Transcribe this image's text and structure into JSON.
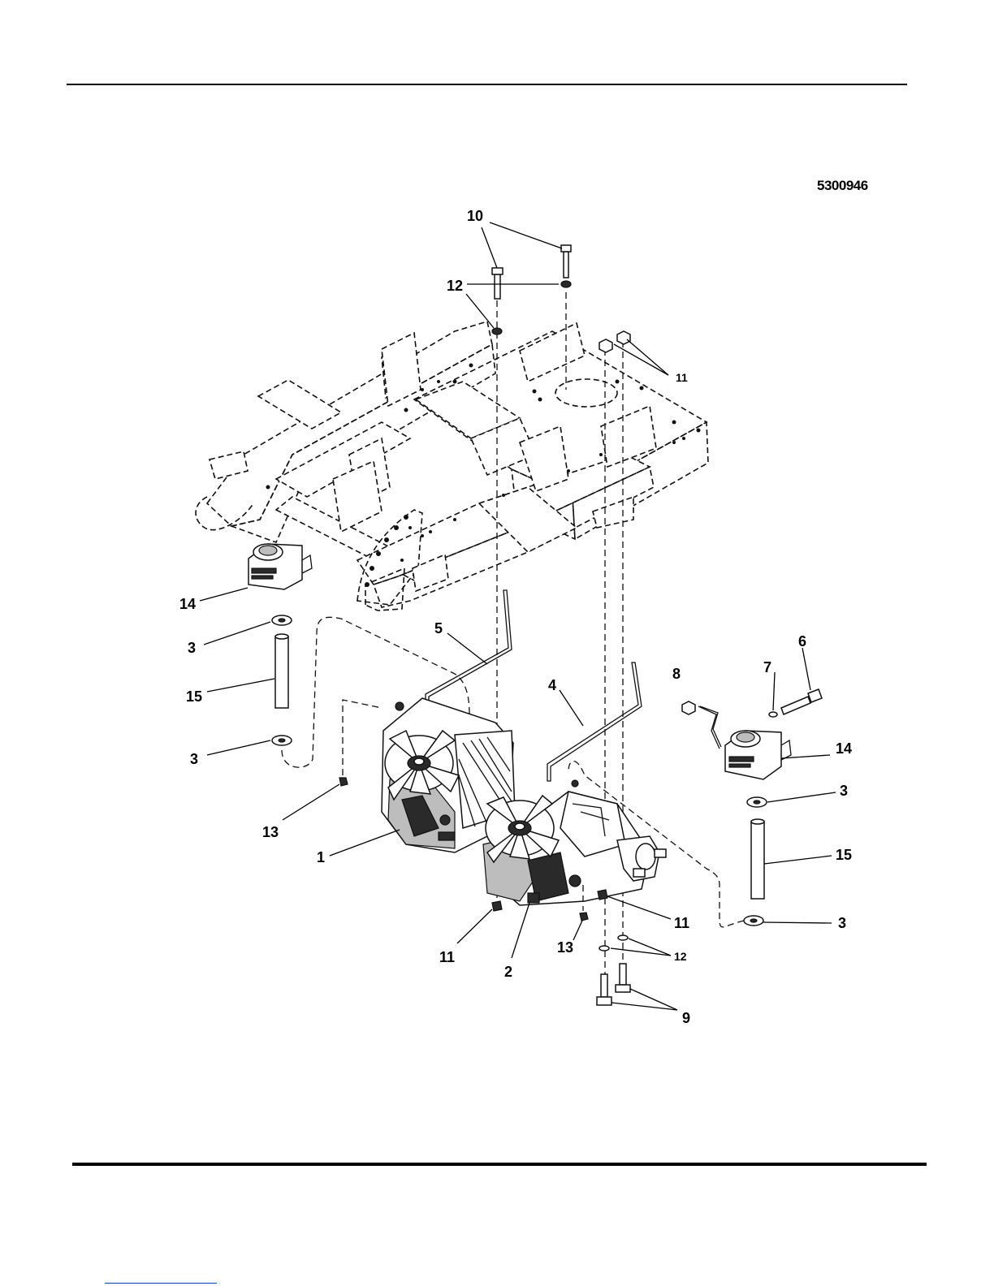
{
  "figure_id": "5300946",
  "callouts": [
    {
      "label": "10",
      "part": "bolt"
    },
    {
      "label": "12",
      "part": "washer"
    },
    {
      "label": "11",
      "part": "nut"
    },
    {
      "label": "14",
      "part": "reservoir"
    },
    {
      "label": "3",
      "part": "hose-clamp"
    },
    {
      "label": "15",
      "part": "hose"
    },
    {
      "label": "3",
      "part": "hose-clamp"
    },
    {
      "label": "5",
      "part": "rod"
    },
    {
      "label": "4",
      "part": "rod"
    },
    {
      "label": "8",
      "part": "nut"
    },
    {
      "label": "7",
      "part": "washer"
    },
    {
      "label": "6",
      "part": "bolt"
    },
    {
      "label": "14",
      "part": "reservoir"
    },
    {
      "label": "3",
      "part": "hose-clamp"
    },
    {
      "label": "15",
      "part": "hose"
    },
    {
      "label": "3",
      "part": "hose-clamp"
    },
    {
      "label": "13",
      "part": "plug"
    },
    {
      "label": "1",
      "part": "transaxle-left"
    },
    {
      "label": "11",
      "part": "nut"
    },
    {
      "label": "2",
      "part": "transaxle-right"
    },
    {
      "label": "13",
      "part": "plug"
    },
    {
      "label": "11",
      "part": "nut"
    },
    {
      "label": "12",
      "part": "washer"
    },
    {
      "label": "9",
      "part": "bolt"
    }
  ]
}
